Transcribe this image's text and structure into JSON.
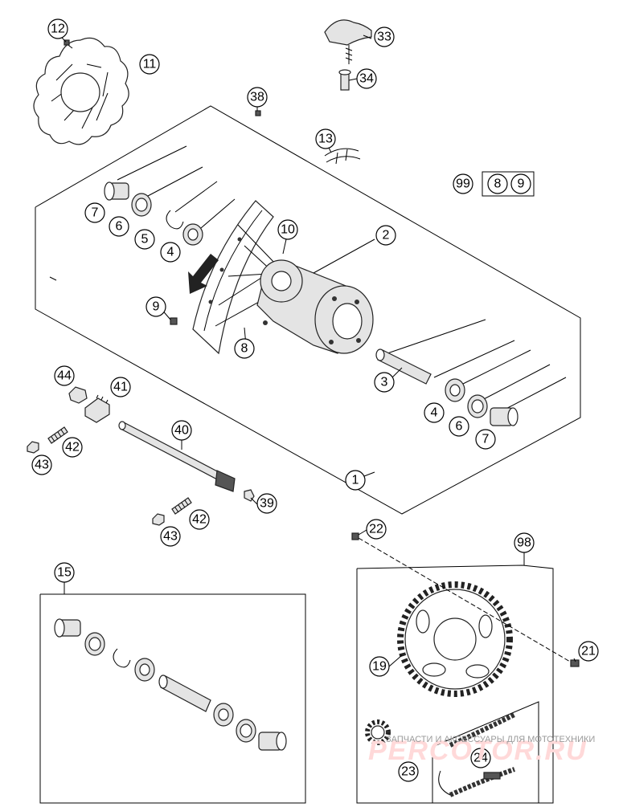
{
  "callouts": [
    {
      "id": "c12",
      "label": "12"
    },
    {
      "id": "c11",
      "label": "11"
    },
    {
      "id": "c33",
      "label": "33"
    },
    {
      "id": "c34",
      "label": "34"
    },
    {
      "id": "c38",
      "label": "38"
    },
    {
      "id": "c13",
      "label": "13"
    },
    {
      "id": "c99",
      "label": "99"
    },
    {
      "id": "c8b",
      "label": "8"
    },
    {
      "id": "c9b",
      "label": "9"
    },
    {
      "id": "c7a",
      "label": "7"
    },
    {
      "id": "c6a",
      "label": "6"
    },
    {
      "id": "c5",
      "label": "5"
    },
    {
      "id": "c4a",
      "label": "4"
    },
    {
      "id": "c10",
      "label": "10"
    },
    {
      "id": "c2",
      "label": "2"
    },
    {
      "id": "c9",
      "label": "9"
    },
    {
      "id": "c8",
      "label": "8"
    },
    {
      "id": "c3",
      "label": "3"
    },
    {
      "id": "c4b",
      "label": "4"
    },
    {
      "id": "c6b",
      "label": "6"
    },
    {
      "id": "c7b",
      "label": "7"
    },
    {
      "id": "c44",
      "label": "44"
    },
    {
      "id": "c41",
      "label": "41"
    },
    {
      "id": "c40",
      "label": "40"
    },
    {
      "id": "c42a",
      "label": "42"
    },
    {
      "id": "c43a",
      "label": "43"
    },
    {
      "id": "c1",
      "label": "1"
    },
    {
      "id": "c39",
      "label": "39"
    },
    {
      "id": "c42b",
      "label": "42"
    },
    {
      "id": "c43b",
      "label": "43"
    },
    {
      "id": "c22",
      "label": "22"
    },
    {
      "id": "c98",
      "label": "98"
    },
    {
      "id": "c15",
      "label": "15"
    },
    {
      "id": "c21",
      "label": "21"
    },
    {
      "id": "c19",
      "label": "19"
    },
    {
      "id": "c24",
      "label": "24"
    },
    {
      "id": "c23",
      "label": "23"
    }
  ],
  "watermark": {
    "text": "ЗАПЧАСТИ И АКСЕССУАРЫ ДЛЯ МОТОТЕХНИКИ",
    "logo": "PERCOTOR.RU"
  }
}
